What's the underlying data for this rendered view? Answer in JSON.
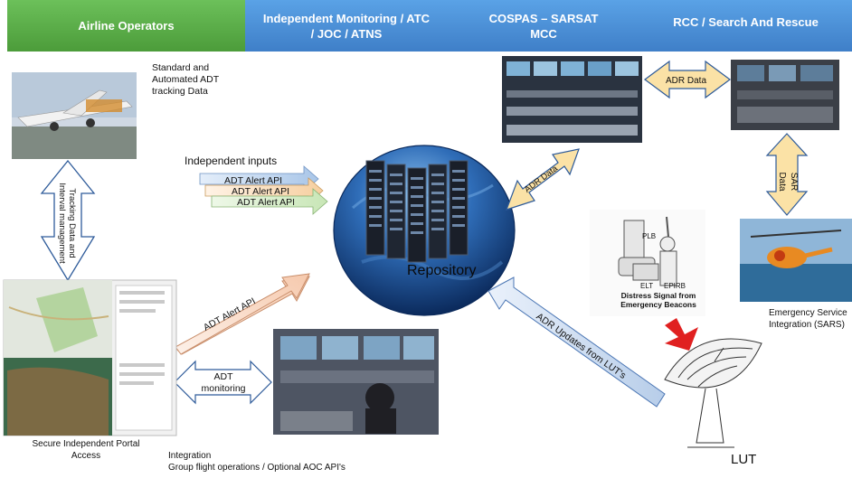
{
  "header": {
    "col1": "Airline Operators",
    "col2": "Independent Monitoring / ATC / JOC / ATNS",
    "col3": "COSPAS – SARSAT MCC",
    "col4": "RCC / Search And Rescue"
  },
  "labels": {
    "adt_tracking": "Standard and Automated ADT tracking Data",
    "tracking_mgmt": "Tracking Data and Interval management",
    "independent_inputs": "Independent inputs",
    "adt_alert_api_1": "ADT Alert API",
    "adt_alert_api_2": "ADT Alert API",
    "adt_alert_api_3": "ADT Alert API",
    "repository": "Repository",
    "adr_data_top": "ADR Data",
    "adr_data_diag": "ADR Data",
    "sar_data": "SAR Data",
    "adt_alert_api_diag": "ADT Alert API",
    "adt_monitoring": "ADT monitoring",
    "adr_updates": "ADR Updates from LUT's",
    "secure_portal": "Secure Independent Portal Access",
    "integration": "Integration",
    "group_flight": "Group flight operations / Optional AOC API's",
    "emergency": "Emergency Service Integration (SARS)",
    "lut": "LUT",
    "distress_signal": "Distress Signal from Emergency Beacons",
    "plb": "PLB",
    "elt": "ELT",
    "epirb": "EPIRB"
  },
  "colors": {
    "header_green": "#5aa845",
    "header_blue": "#4a8fd4",
    "arrow_yellow": "#fbe2a6",
    "arrow_blue": "#c7d7ec",
    "arrow_peach": "#f9d7c1",
    "arrow_green": "#dcefd3",
    "red_arrow": "#e02020"
  }
}
